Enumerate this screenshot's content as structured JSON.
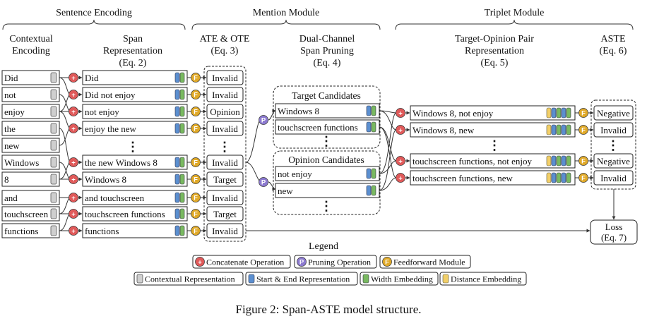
{
  "headers": {
    "sentence_encoding": "Sentence Encoding",
    "mention_module": "Mention Module",
    "triplet_module": "Triplet Module"
  },
  "columns": {
    "contextual": [
      "Contextual",
      "Encoding"
    ],
    "span": [
      "Span",
      "Representation",
      "(Eq. 2)"
    ],
    "ate_ote": [
      "ATE & OTE",
      "(Eq. 3)"
    ],
    "pruning": [
      "Dual-Channel",
      "Span Pruning",
      "(Eq. 4)"
    ],
    "pair": [
      "Target-Opinion Pair",
      "Representation",
      "(Eq. 5)"
    ],
    "aste": [
      "ASTE",
      "(Eq. 6)"
    ]
  },
  "tokens": [
    "Did",
    "not",
    "enjoy",
    "the",
    "new",
    "Windows",
    "8",
    "and",
    "touchscreen",
    "functions"
  ],
  "spans": [
    "Did",
    "Did not enjoy",
    "not enjoy",
    "enjoy the new",
    "the new Windows 8",
    "Windows 8",
    "and touchscreen",
    "touchscreen functions",
    "functions"
  ],
  "ate_labels": [
    "Invalid",
    "Invalid",
    "Opinion",
    "Invalid",
    "Invalid",
    "Target",
    "Invalid",
    "Target",
    "Invalid"
  ],
  "target_candidates": {
    "title": "Target Candidates",
    "items": [
      "Windows 8",
      "touchscreen functions"
    ]
  },
  "opinion_candidates": {
    "title": "Opinion Candidates",
    "items": [
      "not enjoy",
      "new"
    ]
  },
  "pairs": [
    "Windows 8, not enjoy",
    "Windows 8, new",
    "touchscreen functions, not enjoy",
    "touchscreen functions, new"
  ],
  "aste_labels": [
    "Negative",
    "Invalid",
    "Negative",
    "Invalid"
  ],
  "ellipsis": "⋮",
  "loss": [
    "Loss",
    "(Eq. 7)"
  ],
  "op_letters": {
    "concat": "+",
    "prune": "P",
    "ffn": "F"
  },
  "legend": {
    "title": "Legend",
    "concat": "Concatenate Operation",
    "prune": "Pruning Operation",
    "ffn": "Feedforward Module",
    "contextual": "Contextual Representation",
    "start_end": "Start & End Representation",
    "width": "Width Embedding",
    "distance": "Distance Embedding"
  },
  "caption": "Figure 2: Span-ASTE model structure.",
  "colors": {
    "concat": "#e05a5a",
    "prune": "#8c7ad0",
    "ffn": "#e0a928",
    "contextual": "#cfcfcf",
    "start_end": "#5b8fd0",
    "width": "#79b960",
    "distance": "#f2cf68"
  }
}
